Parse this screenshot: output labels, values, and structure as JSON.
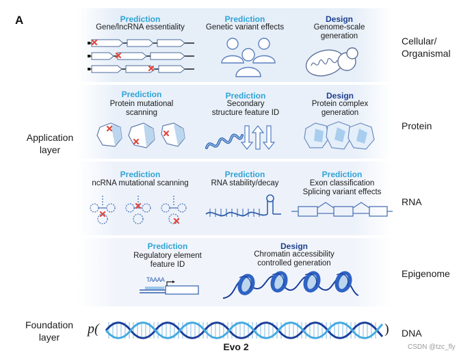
{
  "panel_letter": "A",
  "side_labels": {
    "application": "Application\nlayer",
    "foundation": "Foundation\nlayer"
  },
  "rows": {
    "cellular": {
      "label": "Cellular/\nOrganismal",
      "items": [
        {
          "kind": "Prediction",
          "text": "Gene/lncRNA essentiality"
        },
        {
          "kind": "Prediction",
          "text": "Genetic variant effects"
        },
        {
          "kind": "Design",
          "text": "Genome-scale\ngeneration"
        }
      ]
    },
    "protein": {
      "label": "Protein",
      "items": [
        {
          "kind": "Prediction",
          "text": "Protein mutational\nscanning"
        },
        {
          "kind": "Prediction",
          "text": "Secondary\nstructure feature ID"
        },
        {
          "kind": "Design",
          "text": "Protein complex\ngeneration"
        }
      ]
    },
    "rna": {
      "label": "RNA",
      "items": [
        {
          "kind": "Prediction",
          "text": "ncRNA mutational scanning"
        },
        {
          "kind": "Prediction",
          "text": "RNA stability/decay"
        },
        {
          "kind": "Prediction",
          "text": "Exon classification\nSplicing variant effects"
        }
      ]
    },
    "epigenome": {
      "label": "Epigenome",
      "items": [
        {
          "kind": "Prediction",
          "text": "Regulatory element\nfeature ID"
        },
        {
          "kind": "Design",
          "text": "Chromatin accessibility\ncontrolled generation"
        }
      ]
    },
    "dna": {
      "label": "DNA"
    }
  },
  "foundation": {
    "p_open": "p(",
    "p_close": ")",
    "model_name": "Evo 2"
  },
  "promoter_text": "TAAAA",
  "watermark": "CSDN @tzc_fly",
  "colors": {
    "prediction": "#2ea3d6",
    "design": "#1d3f8f",
    "band": "#e6eef8",
    "dna_dark": "#1b3e9a",
    "dna_light": "#43a9e0",
    "mutation": "#e0463f"
  }
}
